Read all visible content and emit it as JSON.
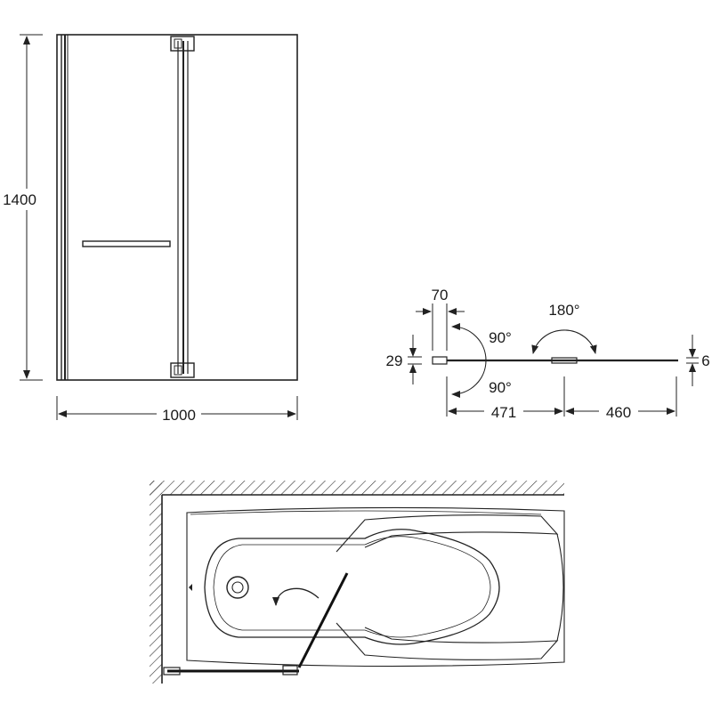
{
  "front_view": {
    "height_label": "1400",
    "width_label": "1000"
  },
  "plan_view": {
    "dim_70": "70",
    "dim_29": "29",
    "dim_6": "6",
    "dim_471": "471",
    "dim_460": "460",
    "angle_180": "180°",
    "angle_90_top": "90°",
    "angle_90_bottom": "90°"
  },
  "colors": {
    "line": "#222222",
    "background": "#ffffff"
  }
}
